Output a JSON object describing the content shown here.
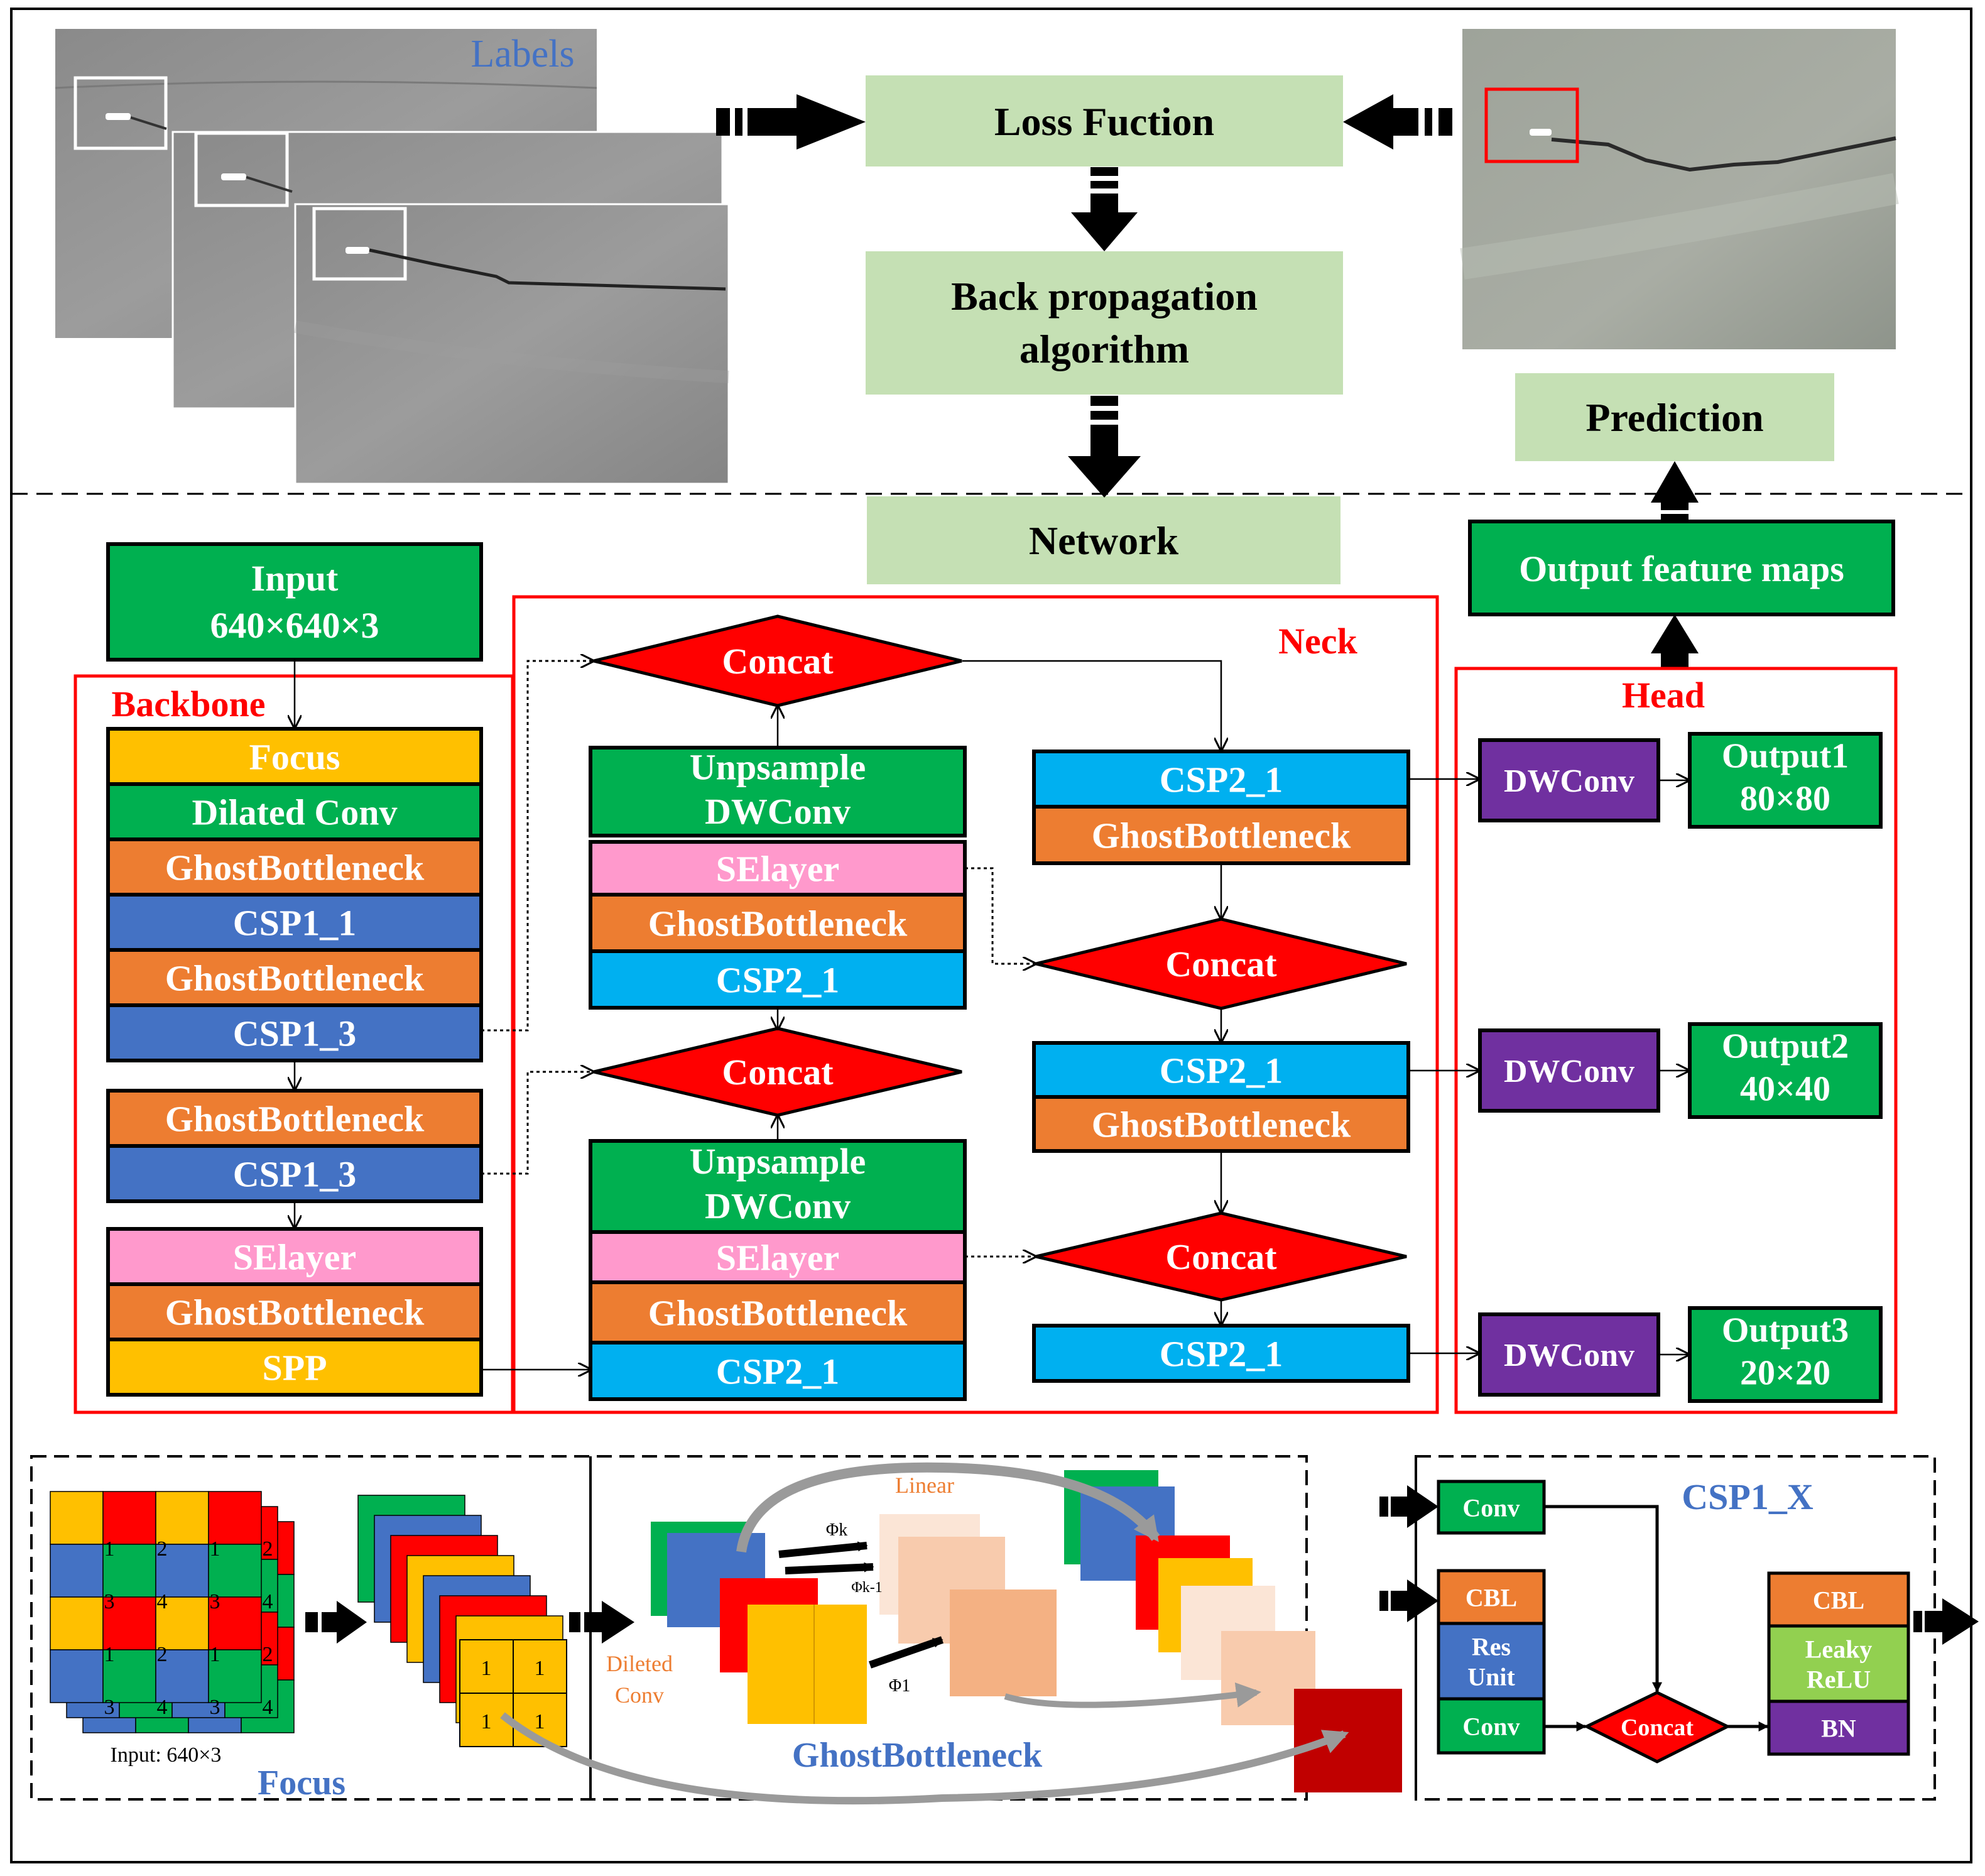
{
  "top": {
    "labels_caption": "Labels",
    "loss": "Loss Fuction",
    "backprop_line1": "Back propagation",
    "backprop_line2": "algorithm",
    "network": "Network",
    "prediction": "Prediction",
    "output_feature_maps": "Output feature maps"
  },
  "input": {
    "line1": "Input",
    "line2": "640×640×3"
  },
  "backbone": {
    "title": "Backbone",
    "group1": [
      "Focus",
      "Dilated Conv",
      "GhostBottleneck",
      "CSP1_1",
      "GhostBottleneck",
      "CSP1_3"
    ],
    "group2": [
      "GhostBottleneck",
      "CSP1_3"
    ],
    "group3": [
      "SElayer",
      "GhostBottleneck",
      "SPP"
    ]
  },
  "neck": {
    "title": "Neck",
    "concat": "Concat",
    "upper_stack": [
      "Unpsample",
      "DWConv",
      "SElayer",
      "GhostBottleneck",
      "CSP2_1"
    ],
    "lower_stack": [
      "Unpsample",
      "DWConv",
      "SElayer",
      "GhostBottleneck",
      "CSP2_1"
    ],
    "right_csp": "CSP2_1",
    "right_ghost": "GhostBottleneck"
  },
  "head": {
    "title": "Head",
    "dwconv": "DWConv",
    "outputs": [
      {
        "name": "Output1",
        "size": "80×80"
      },
      {
        "name": "Output2",
        "size": "40×40"
      },
      {
        "name": "Output3",
        "size": "20×20"
      }
    ]
  },
  "bottom": {
    "focus_title": "Focus",
    "input_caption": "Input: 640×3",
    "grid_numbers": [
      "1",
      "2",
      "1",
      "2",
      "3",
      "4",
      "3",
      "4",
      "1",
      "2",
      "1",
      "2",
      "3",
      "4",
      "3",
      "4"
    ],
    "small_grid": [
      "1",
      "1",
      "1",
      "1"
    ],
    "dileted_line1": "Dileted",
    "dileted_line2": "Conv",
    "ghost_title": "GhostBottleneck",
    "linear": "Linear",
    "phi_k": "Φk",
    "phi_k1": "Φk-1",
    "phi_1": "Φ1",
    "csp_title": "CSP1_X",
    "conv": "Conv",
    "cbl": "CBL",
    "res_line1": "Res",
    "res_line2": "Unit",
    "concat": "Concat",
    "leaky_line1": "Leaky",
    "leaky_line2": "ReLU",
    "bn": "BN"
  },
  "colors": {
    "green": "#00b050",
    "orange": "#ed7d31",
    "yellow": "#ffc000",
    "blue": "#4472c4",
    "cyan": "#00b0f0",
    "pink": "#ff99cc",
    "red": "#ff0000",
    "purple": "#7030a0",
    "palegreen": "#c5e0b4",
    "lightgreen": "#92d050",
    "peach": "#f4b183",
    "darkred": "#c00000"
  }
}
